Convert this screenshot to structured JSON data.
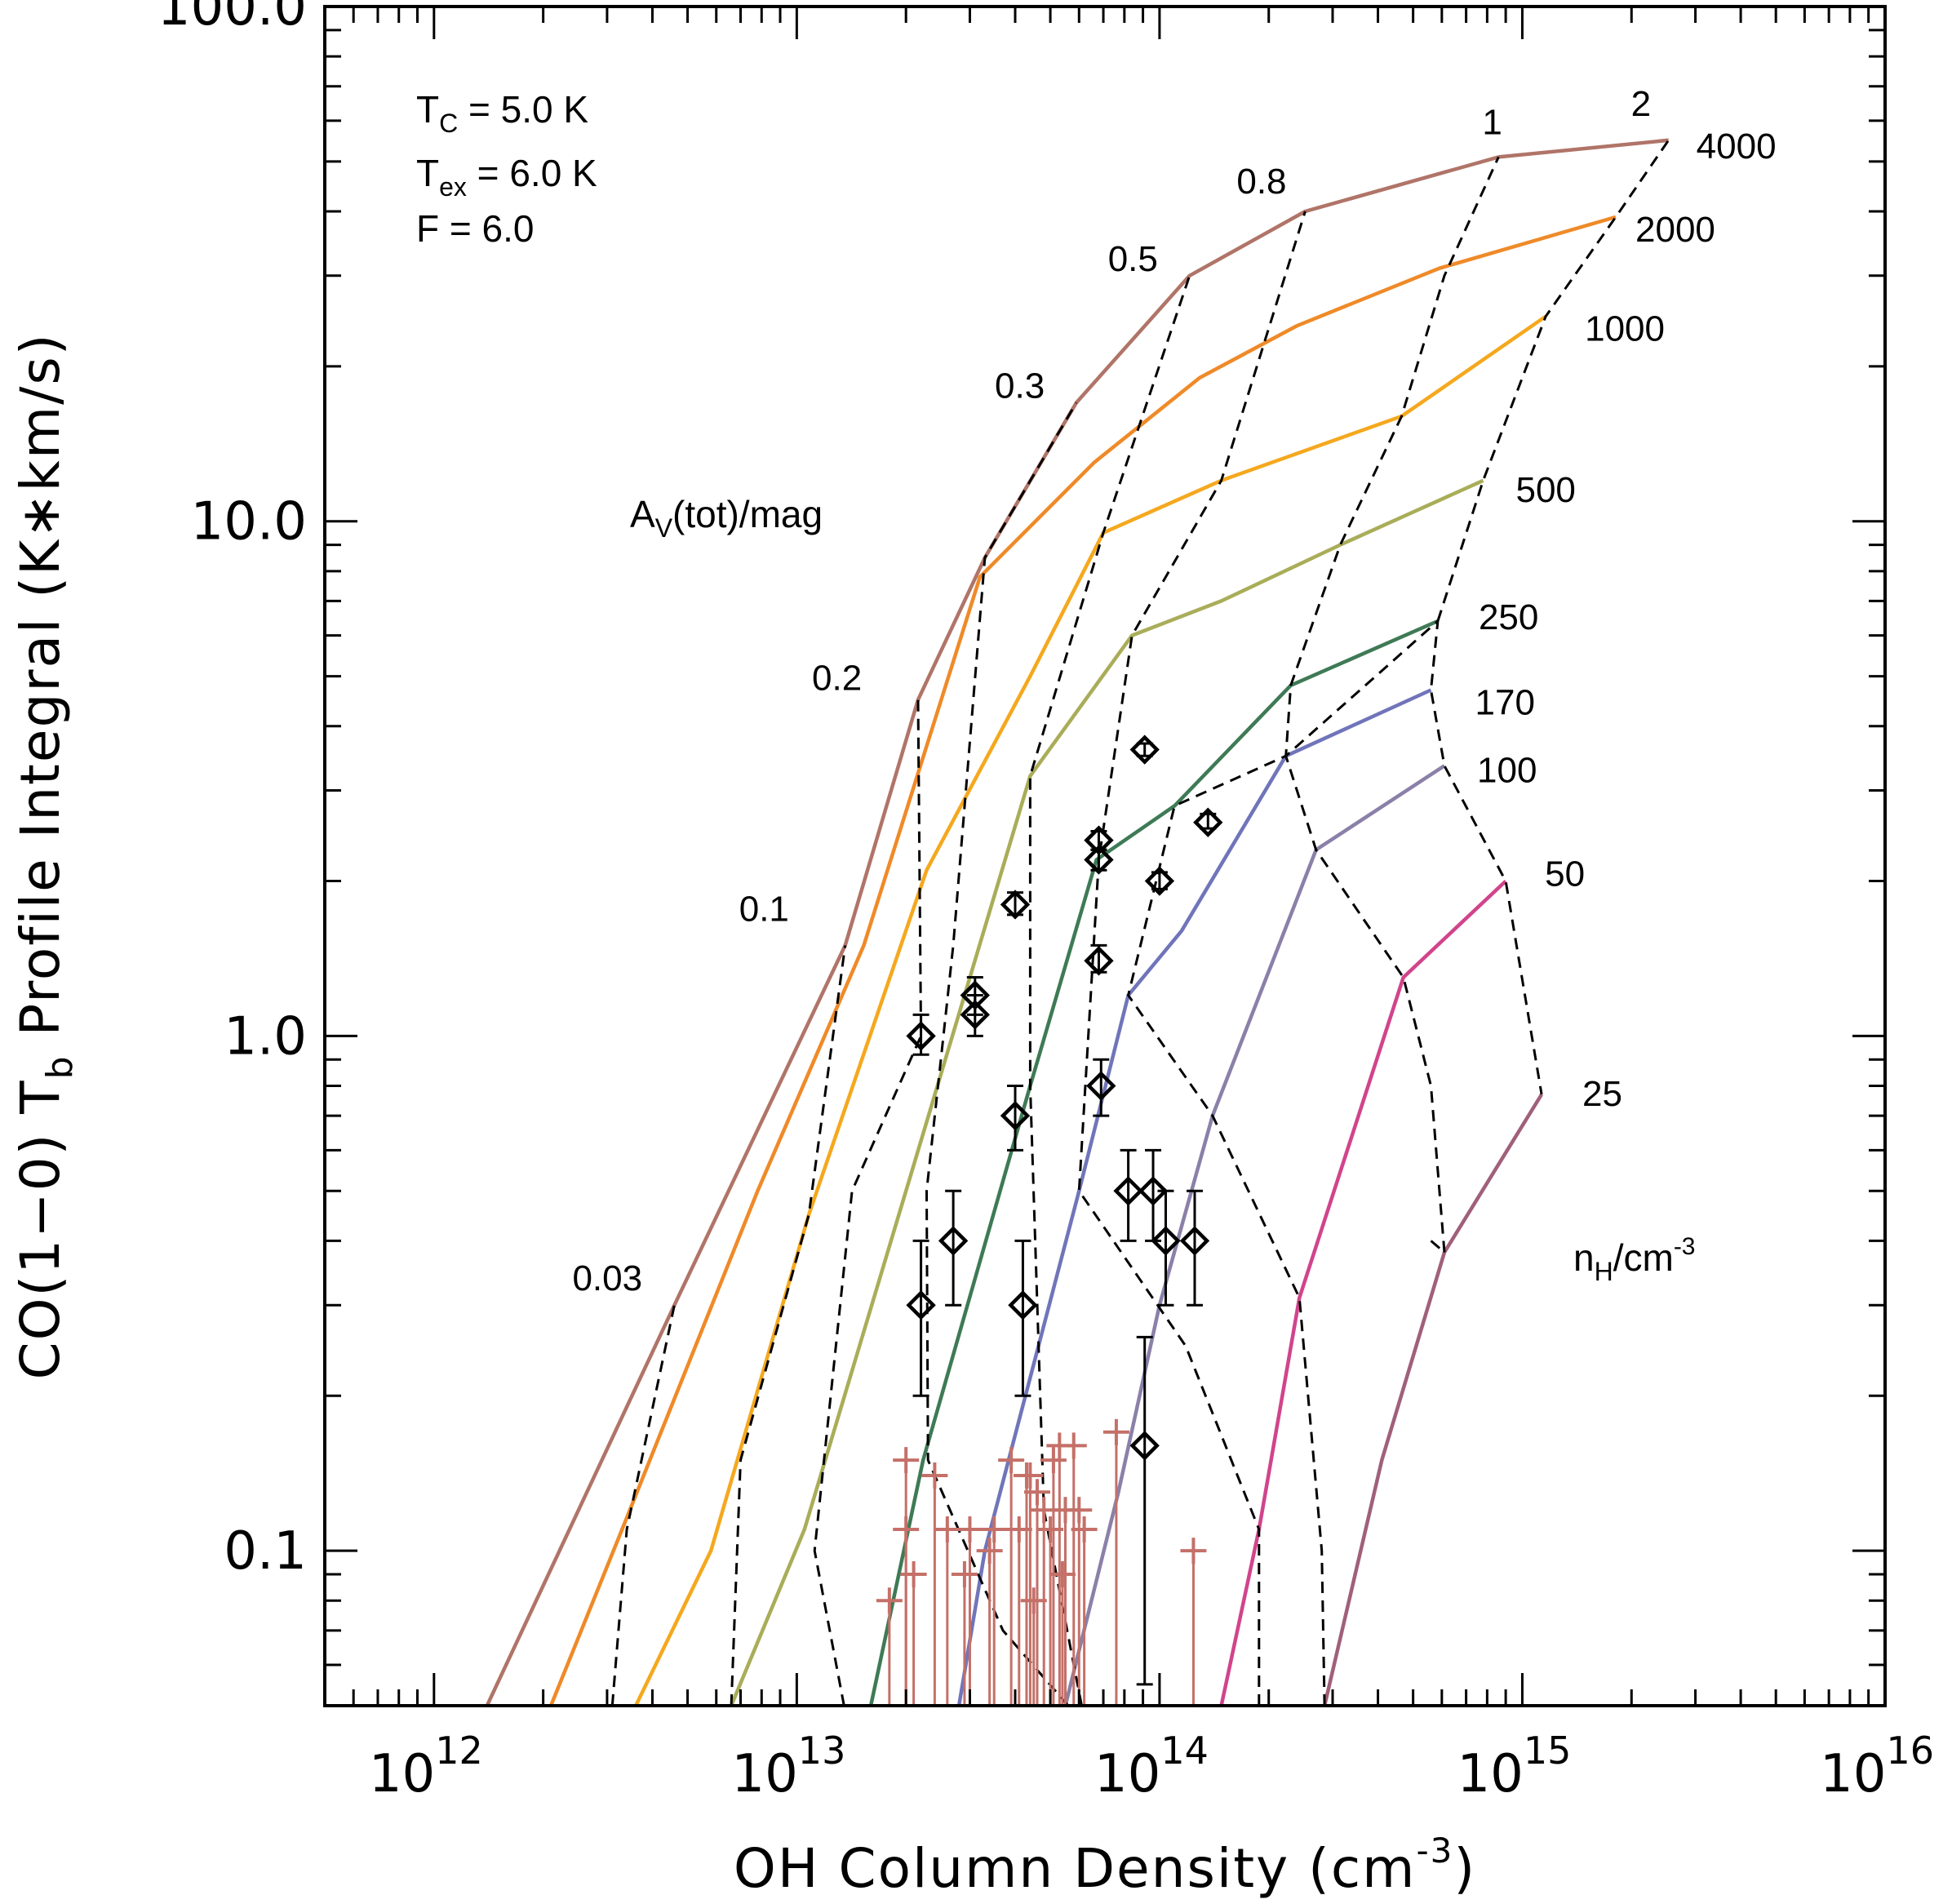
{
  "chart_data": {
    "type": "line",
    "xlabel": "OH Column Density (cm",
    "xlabel_sup": "-3",
    "xlabel_tail": ")",
    "ylabel_pre": "CO(1−0) T",
    "ylabel_sub": "b",
    "ylabel_post": " Profile Integral (K∗km/s)",
    "x_scale": "log",
    "y_scale": "log",
    "xlim": [
      500000000000.0,
      1e+16
    ],
    "ylim": [
      0.05,
      100
    ],
    "x_ticks": [
      {
        "value": 1000000000000.0,
        "base": "10",
        "exp": "12"
      },
      {
        "value": 10000000000000.0,
        "base": "10",
        "exp": "13"
      },
      {
        "value": 100000000000000.0,
        "base": "10",
        "exp": "14"
      },
      {
        "value": 1000000000000000.0,
        "base": "10",
        "exp": "15"
      },
      {
        "value": 1e+16,
        "base": "10",
        "exp": "16"
      }
    ],
    "y_ticks": [
      {
        "value": 0.1,
        "label": "0.1"
      },
      {
        "value": 1,
        "label": "1.0"
      },
      {
        "value": 10,
        "label": "10.0"
      },
      {
        "value": 100,
        "label": "100.0"
      }
    ],
    "params": {
      "tc": {
        "main": "T",
        "sub": "C",
        "rest": " = 5.0 K"
      },
      "tex": {
        "main": "T",
        "sub": "ex",
        "rest": " = 6.0 K"
      },
      "f": "F = 6.0"
    },
    "av_label": {
      "main": "A",
      "sub": "V",
      "rest": "(tot)/mag"
    },
    "nh_label": {
      "main": "n",
      "sub": "H",
      "rest": "/cm",
      "sup": "-3"
    },
    "density_curves": [
      {
        "label": "4000",
        "color": "#b07468",
        "points": [
          [
            1400000000000.0,
            0.05
          ],
          [
            4600000000000.0,
            0.3
          ],
          [
            13600000000000.0,
            1.5
          ],
          [
            21600000000000.0,
            4.5
          ],
          [
            33000000000000.0,
            8.5
          ],
          [
            59000000000000.0,
            17
          ],
          [
            121000000000000.0,
            30
          ],
          [
            252000000000000.0,
            40
          ],
          [
            860000000000000.0,
            51
          ],
          [
            2530000000000000.0,
            55
          ]
        ]
      },
      {
        "label": "2000",
        "color": "#ef8a28",
        "points": [
          [
            2100000000000.0,
            0.05
          ],
          [
            3300000000000.0,
            0.11
          ],
          [
            7800000000000.0,
            0.5
          ],
          [
            15300000000000.0,
            1.5
          ],
          [
            32000000000000.0,
            7.8
          ],
          [
            66000000000000.0,
            13
          ],
          [
            129000000000000.0,
            19
          ],
          [
            240000000000000.0,
            24
          ],
          [
            590000000000000.0,
            31
          ],
          [
            1810000000000000.0,
            39
          ]
        ]
      },
      {
        "label": "1000",
        "color": "#f5a81e",
        "points": [
          [
            3600000000000.0,
            0.05
          ],
          [
            5800000000000.0,
            0.1
          ],
          [
            10800000000000.0,
            0.45
          ],
          [
            22800000000000.0,
            2.1
          ],
          [
            44000000000000.0,
            5
          ],
          [
            70000000000000.0,
            9.5
          ],
          [
            148000000000000.0,
            12
          ],
          [
            465000000000000.0,
            16
          ],
          [
            1160000000000000.0,
            25
          ]
        ]
      },
      {
        "label": "500",
        "color": "#a9ad58",
        "points": [
          [
            6600000000000.0,
            0.05
          ],
          [
            10500000000000.0,
            0.11
          ],
          [
            20000000000000.0,
            0.5
          ],
          [
            44000000000000.0,
            3.2
          ],
          [
            84000000000000.0,
            6
          ],
          [
            148000000000000.0,
            7
          ],
          [
            315000000000000.0,
            9
          ],
          [
            780000000000000.0,
            12
          ]
        ]
      },
      {
        "label": "250",
        "color": "#3e7a55",
        "points": [
          [
            16000000000000.0,
            0.05
          ],
          [
            22300000000000.0,
            0.15
          ],
          [
            44000000000000.0,
            0.8
          ],
          [
            67000000000000.0,
            2.2
          ],
          [
            110000000000000.0,
            2.8
          ],
          [
            230000000000000.0,
            4.8
          ],
          [
            585000000000000.0,
            6.4
          ]
        ]
      },
      {
        "label": "170",
        "color": "#7075ba",
        "points": [
          [
            28000000000000.0,
            0.05
          ],
          [
            33000000000000.0,
            0.1
          ],
          [
            60000000000000.0,
            0.5
          ],
          [
            82000000000000.0,
            1.2
          ],
          [
            115000000000000.0,
            1.6
          ],
          [
            223000000000000.0,
            3.5
          ],
          [
            560000000000000.0,
            4.7
          ]
        ]
      },
      {
        "label": "100",
        "color": "#8a80a8",
        "points": [
          [
            55000000000000.0,
            0.05
          ],
          [
            77000000000000.0,
            0.13
          ],
          [
            100000000000000.0,
            0.3
          ],
          [
            140000000000000.0,
            0.7
          ],
          [
            270000000000000.0,
            2.3
          ],
          [
            610000000000000.0,
            3.35
          ]
        ]
      },
      {
        "label": "50",
        "color": "#d1448c",
        "points": [
          [
            148000000000000.0,
            0.05
          ],
          [
            188000000000000.0,
            0.11
          ],
          [
            243000000000000.0,
            0.31
          ],
          [
            470000000000000.0,
            1.3
          ],
          [
            900000000000000.0,
            2
          ]
        ]
      },
      {
        "label": "25",
        "color": "#a0607a",
        "points": [
          [
            285000000000000.0,
            0.05
          ],
          [
            410000000000000.0,
            0.15
          ],
          [
            610000000000000.0,
            0.38
          ],
          [
            1130000000000000.0,
            0.77
          ]
        ]
      }
    ],
    "av_curves": [
      {
        "label": "0.03",
        "points": [
          [
            3100000000000.0,
            0.05
          ],
          [
            3400000000000.0,
            0.11
          ],
          [
            4600000000000.0,
            0.3
          ]
        ]
      },
      {
        "label": "0.1",
        "points": [
          [
            6600000000000.0,
            0.05
          ],
          [
            7000000000000.0,
            0.15
          ],
          [
            10800000000000.0,
            0.45
          ],
          [
            13600000000000.0,
            1.5
          ]
        ]
      },
      {
        "label": "0.2",
        "points": [
          [
            13500000000000.0,
            0.05
          ],
          [
            11200000000000.0,
            0.1
          ],
          [
            14200000000000.0,
            0.5
          ],
          [
            22000000000000.0,
            1.0
          ],
          [
            21600000000000.0,
            4.5
          ]
        ]
      },
      {
        "label": "0.3",
        "points": [
          [
            56000000000000.0,
            0.05
          ],
          [
            37000000000000.0,
            0.07
          ],
          [
            23000000000000.0,
            0.15
          ],
          [
            22800000000000.0,
            0.5
          ],
          [
            27000000000000.0,
            1.5
          ],
          [
            33000000000000.0,
            8.5
          ],
          [
            59000000000000.0,
            17
          ]
        ]
      },
      {
        "label": "0.5",
        "points": [
          [
            61000000000000.0,
            0.05
          ],
          [
            48000000000000.0,
            0.12
          ],
          [
            44000000000000.0,
            0.8
          ],
          [
            44000000000000.0,
            3.2
          ],
          [
            70000000000000.0,
            9.5
          ],
          [
            121000000000000.0,
            30
          ]
        ]
      },
      {
        "label": "0.8",
        "points": [
          [
            188000000000000.0,
            0.05
          ],
          [
            188000000000000.0,
            0.11
          ],
          [
            118000000000000.0,
            0.25
          ],
          [
            60000000000000.0,
            0.5
          ],
          [
            68000000000000.0,
            2.2
          ],
          [
            84000000000000.0,
            6
          ],
          [
            148000000000000.0,
            12
          ],
          [
            252000000000000.0,
            40
          ]
        ]
      },
      {
        "label": "1",
        "points": [
          [
            285000000000000.0,
            0.05
          ],
          [
            280000000000000.0,
            0.1
          ],
          [
            243000000000000.0,
            0.31
          ],
          [
            140000000000000.0,
            0.7
          ],
          [
            82000000000000.0,
            1.2
          ],
          [
            110000000000000.0,
            2.8
          ],
          [
            223000000000000.0,
            3.5
          ],
          [
            230000000000000.0,
            4.8
          ],
          [
            315000000000000.0,
            9
          ],
          [
            465000000000000.0,
            16
          ],
          [
            610000000000000.0,
            30
          ],
          [
            860000000000000.0,
            51
          ]
        ]
      },
      {
        "label": "2",
        "points": [
          [
            610000000000000.0,
            0.38
          ],
          [
            560000000000000.0,
            0.8
          ],
          [
            470000000000000.0,
            1.3
          ],
          [
            270000000000000.0,
            2.3
          ],
          [
            223000000000000.0,
            3.5
          ],
          [
            585000000000000.0,
            6.4
          ],
          [
            560000000000000.0,
            4.7
          ],
          [
            610000000000000.0,
            3.35
          ],
          [
            900000000000000.0,
            2
          ],
          [
            1130000000000000.0,
            0.77
          ]
        ]
      }
    ],
    "av_curves_extra": [
      {
        "points": [
          [
            560000000000000.0,
            0.4
          ],
          [
            610000000000000.0,
            0.38
          ]
        ]
      },
      {
        "points": [
          [
            585000000000000.0,
            6.4
          ],
          [
            780000000000000.0,
            12
          ],
          [
            1160000000000000.0,
            25
          ],
          [
            1810000000000000.0,
            39
          ],
          [
            2530000000000000.0,
            55
          ]
        ]
      }
    ],
    "observed": [
      {
        "x": 22000000000000.0,
        "y": 1.0,
        "lo": 0.92,
        "hi": 1.1
      },
      {
        "x": 31000000000000.0,
        "y": 1.2,
        "lo": 1.1,
        "hi": 1.3
      },
      {
        "x": 31000000000000.0,
        "y": 1.1,
        "lo": 1.0,
        "hi": 1.2
      },
      {
        "x": 40000000000000.0,
        "y": 1.8,
        "lo": 1.72,
        "hi": 1.9
      },
      {
        "x": 40000000000000.0,
        "y": 0.7,
        "lo": 0.6,
        "hi": 0.8
      },
      {
        "x": 27000000000000.0,
        "y": 0.4,
        "lo": 0.3,
        "hi": 0.5
      },
      {
        "x": 22000000000000.0,
        "y": 0.3,
        "lo": 0.2,
        "hi": 0.4
      },
      {
        "x": 42000000000000.0,
        "y": 0.3,
        "lo": 0.2,
        "hi": 0.4
      },
      {
        "x": 68000000000000.0,
        "y": 2.4,
        "lo": 2.3,
        "hi": 2.5
      },
      {
        "x": 68000000000000.0,
        "y": 2.2,
        "lo": 2.1,
        "hi": 2.3
      },
      {
        "x": 68000000000000.0,
        "y": 1.4,
        "lo": 1.33,
        "hi": 1.5
      },
      {
        "x": 69000000000000.0,
        "y": 0.8,
        "lo": 0.7,
        "hi": 0.9
      },
      {
        "x": 82000000000000.0,
        "y": 0.5,
        "lo": 0.4,
        "hi": 0.6
      },
      {
        "x": 96000000000000.0,
        "y": 0.5,
        "lo": 0.4,
        "hi": 0.6
      },
      {
        "x": 104000000000000.0,
        "y": 0.4,
        "lo": 0.3,
        "hi": 0.5
      },
      {
        "x": 125000000000000.0,
        "y": 0.4,
        "lo": 0.3,
        "hi": 0.5
      },
      {
        "x": 91000000000000.0,
        "y": 3.6,
        "lo": 3.5,
        "hi": 3.7
      },
      {
        "x": 136000000000000.0,
        "y": 2.6,
        "lo": 2.53,
        "hi": 2.7
      },
      {
        "x": 100000000000000.0,
        "y": 2.0,
        "lo": 1.93,
        "hi": 2.08
      },
      {
        "x": 91000000000000.0,
        "y": 0.16,
        "lo": 0.055,
        "hi": 0.26
      }
    ],
    "upper_limits": [
      {
        "x": 20000000000000.0,
        "y": 0.15
      },
      {
        "x": 18000000000000.0,
        "y": 0.08
      },
      {
        "x": 20000000000000.0,
        "y": 0.11
      },
      {
        "x": 21000000000000.0,
        "y": 0.09
      },
      {
        "x": 24000000000000.0,
        "y": 0.14
      },
      {
        "x": 26000000000000.0,
        "y": 0.11
      },
      {
        "x": 29000000000000.0,
        "y": 0.09
      },
      {
        "x": 30000000000000.0,
        "y": 0.11
      },
      {
        "x": 34000000000000.0,
        "y": 0.1
      },
      {
        "x": 35000000000000.0,
        "y": 0.11
      },
      {
        "x": 39000000000000.0,
        "y": 0.15
      },
      {
        "x": 41000000000000.0,
        "y": 0.11
      },
      {
        "x": 44000000000000.0,
        "y": 0.14
      },
      {
        "x": 46000000000000.0,
        "y": 0.13
      },
      {
        "x": 48000000000000.0,
        "y": 0.12
      },
      {
        "x": 50000000000000.0,
        "y": 0.11
      },
      {
        "x": 51000000000000.0,
        "y": 0.15
      },
      {
        "x": 53000000000000.0,
        "y": 0.16
      },
      {
        "x": 55000000000000.0,
        "y": 0.12
      },
      {
        "x": 58000000000000.0,
        "y": 0.16
      },
      {
        "x": 60000000000000.0,
        "y": 0.12
      },
      {
        "x": 62000000000000.0,
        "y": 0.11
      },
      {
        "x": 45000000000000.0,
        "y": 0.08
      },
      {
        "x": 54000000000000.0,
        "y": 0.09
      },
      {
        "x": 76000000000000.0,
        "y": 0.17
      },
      {
        "x": 124000000000000.0,
        "y": 0.1
      },
      {
        "x": 43000000000000.0,
        "y": 0.14
      }
    ],
    "density_label_positions_hint": "right end of each density curve",
    "grid": false
  }
}
